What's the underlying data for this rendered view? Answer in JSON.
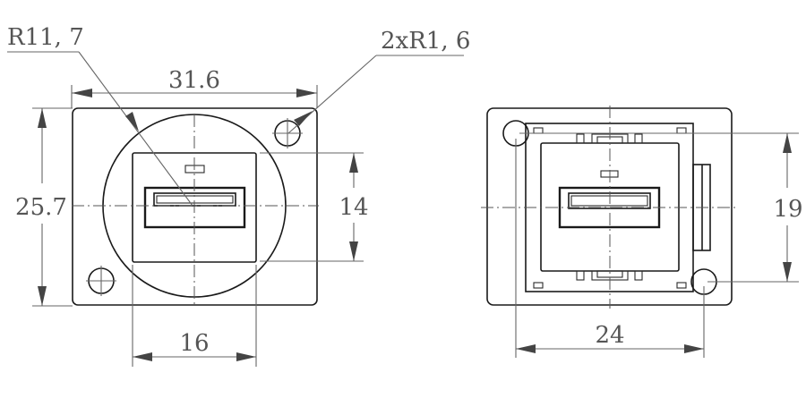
{
  "front_view": {
    "labels": {
      "radius_large": "R11, 7",
      "radius_corners": "2xR1, 6",
      "width": "31.6",
      "height": "25.7",
      "inner_height": "14",
      "inner_width": "16"
    }
  },
  "rear_view": {
    "labels": {
      "hole_vertical_spacing": "19",
      "hole_horizontal_spacing": "24"
    }
  },
  "colors": {
    "outline": "#1a1a1a",
    "dimension": "#666666",
    "text": "#555555"
  }
}
